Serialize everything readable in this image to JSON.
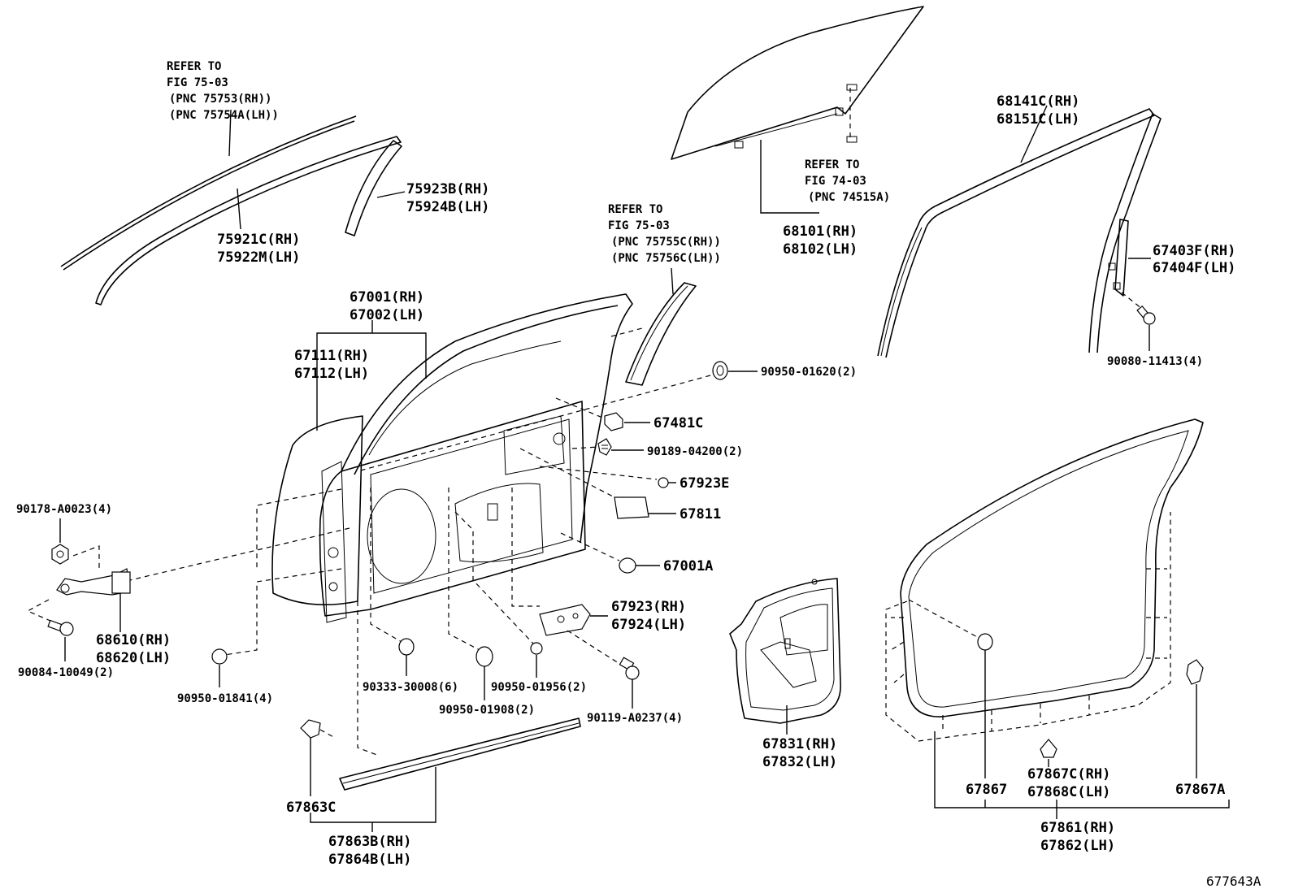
{
  "labels": {
    "refer_top_left": [
      "REFER TO",
      "FIG 75-03",
      "(PNC 75753(RH))",
      "(PNC 75754A(LH))"
    ],
    "p75923": [
      "75923B(RH)",
      "75924B(LH)"
    ],
    "p75921": [
      "75921C(RH)",
      "75922M(LH)"
    ],
    "refer_glass": [
      "REFER TO",
      "FIG 74-03",
      "(PNC 74515A)"
    ],
    "p68101": [
      "68101(RH)",
      "68102(LH)"
    ],
    "p68141": [
      "68141C(RH)",
      "68151C(LH)"
    ],
    "p67403": [
      "67403F(RH)",
      "67404F(LH)"
    ],
    "p90080": "90080-11413(4)",
    "refer_mid": [
      "REFER TO",
      "FIG 75-03",
      "(PNC 75755C(RH))",
      "(PNC 75756C(LH))"
    ],
    "p67001": [
      "67001(RH)",
      "67002(LH)"
    ],
    "p67111": [
      "67111(RH)",
      "67112(LH)"
    ],
    "p90950_01620": "90950-01620(2)",
    "p67481C": "67481C",
    "p90189": "90189-04200(2)",
    "p67923E": "67923E",
    "p67811": "67811",
    "p67001A": "67001A",
    "p67923": [
      "67923(RH)",
      "67924(LH)"
    ],
    "p90178": "90178-A0023(4)",
    "p68610": [
      "68610(RH)",
      "68620(LH)"
    ],
    "p90084": "90084-10049(2)",
    "p90950_01841": "90950-01841(4)",
    "p90333": "90333-30008(6)",
    "p90950_01956": "90950-01956(2)",
    "p90950_01908": "90950-01908(2)",
    "p90119": "90119-A0237(4)",
    "p67863C": "67863C",
    "p67863B": [
      "67863B(RH)",
      "67864B(LH)"
    ],
    "p67831": [
      "67831(RH)",
      "67832(LH)"
    ],
    "p67867": "67867",
    "p67867C": [
      "67867C(RH)",
      "67868C(LH)"
    ],
    "p67867A": "67867A",
    "p67861": [
      "67861(RH)",
      "67862(LH)"
    ],
    "diagram_id": "677643A"
  }
}
